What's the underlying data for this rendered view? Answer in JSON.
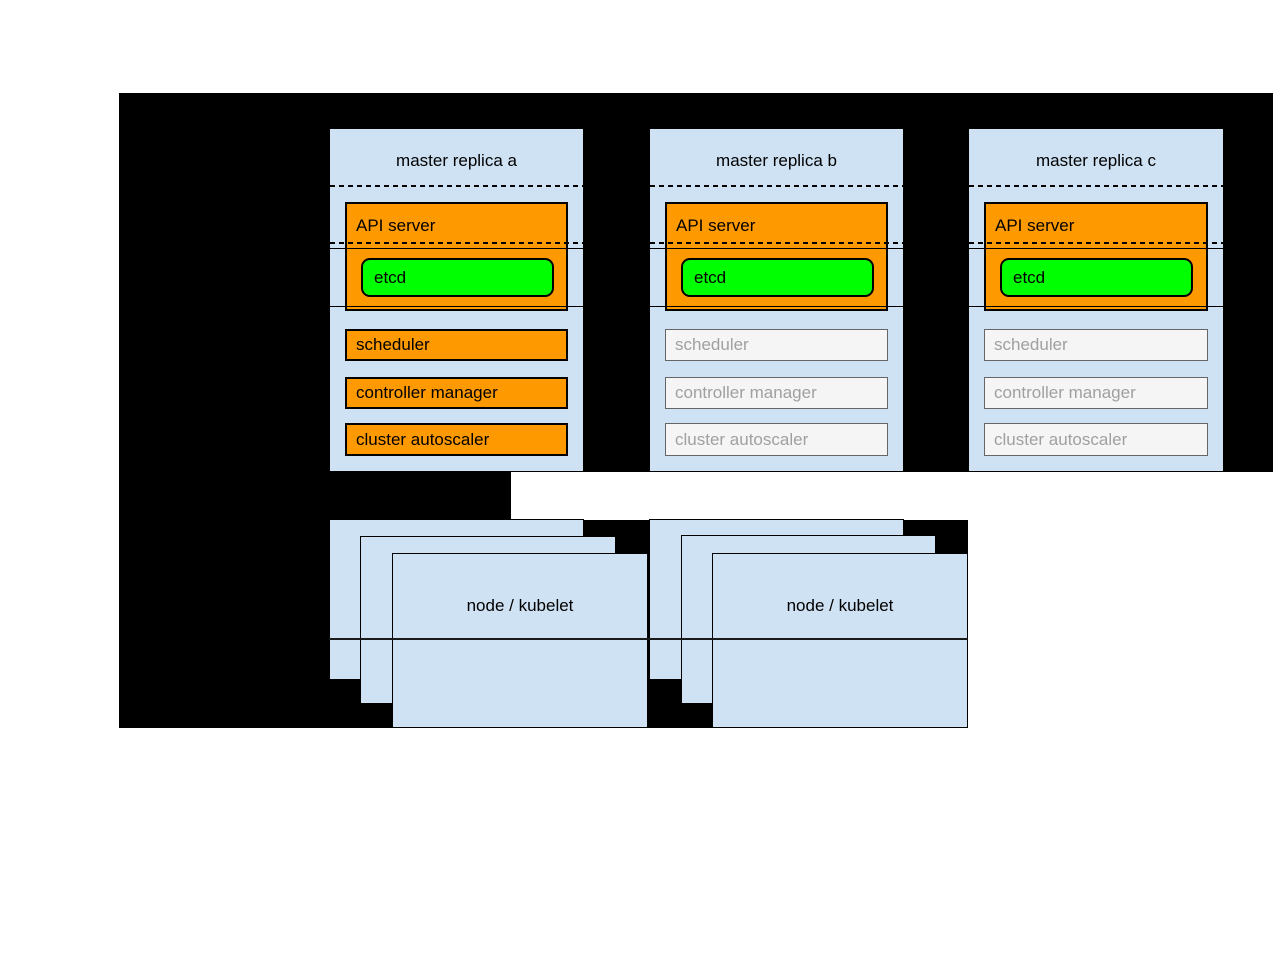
{
  "colors": {
    "background_panel": "#000000",
    "replica_fill": "#cfe2f3",
    "active_fill": "#ff9900",
    "etcd_fill": "#00ff00",
    "inactive_fill": "#f5f5f5",
    "inactive_border": "#666666",
    "inactive_text": "#a0a0a0"
  },
  "replicas": [
    {
      "title": "master replica a",
      "api_server_label": "API server",
      "etcd_label": "etcd",
      "components": [
        {
          "label": "scheduler",
          "state": "active"
        },
        {
          "label": "controller manager",
          "state": "active"
        },
        {
          "label": "cluster autoscaler",
          "state": "active"
        }
      ]
    },
    {
      "title": "master replica b",
      "api_server_label": "API server",
      "etcd_label": "etcd",
      "components": [
        {
          "label": "scheduler",
          "state": "inactive"
        },
        {
          "label": "controller manager",
          "state": "inactive"
        },
        {
          "label": "cluster autoscaler",
          "state": "inactive"
        }
      ]
    },
    {
      "title": "master replica c",
      "api_server_label": "API server",
      "etcd_label": "etcd",
      "components": [
        {
          "label": "scheduler",
          "state": "inactive"
        },
        {
          "label": "controller manager",
          "state": "inactive"
        },
        {
          "label": "cluster autoscaler",
          "state": "inactive"
        }
      ]
    }
  ],
  "node_stacks": [
    {
      "label": "node / kubelet"
    },
    {
      "label": "node / kubelet"
    }
  ]
}
